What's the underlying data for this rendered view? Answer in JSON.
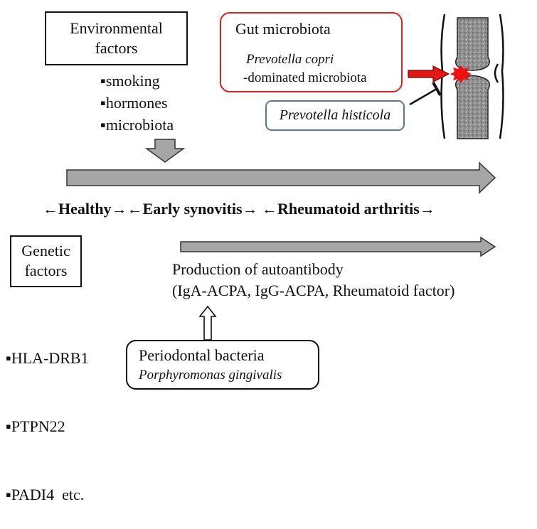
{
  "environmental": {
    "title_line1": "Environmental",
    "title_line2": "factors",
    "items": [
      "smoking",
      "hormones",
      "microbiota"
    ]
  },
  "gut": {
    "title": "Gut microbiota",
    "species_italic": "Prevotella copri",
    "species_rest": "-dominated microbiota",
    "protective": "Prevotella histicola"
  },
  "stages": {
    "healthy": "←Healthy→",
    "early": "←Early synovitis→",
    "ra": "←Rheumatoid arthritis→"
  },
  "genetic": {
    "title_line1": "Genetic",
    "title_line2": "factors",
    "items": [
      "HLA-DRB1",
      "PTPN22",
      "PADI4  etc."
    ]
  },
  "autoantibody": {
    "line1": "Production of autoantibody",
    "line2": "(IgA-ACPA, IgG-ACPA, Rheumatoid factor)"
  },
  "periodontal": {
    "title": "Periodontal bacteria",
    "species": "Porphyromonas gingivalis"
  },
  "colors": {
    "gut_border": "#e02020",
    "histicola_border": "#5a7a8a",
    "arrow_fill": "#a6a6a6",
    "red_arrow": "#e01818"
  }
}
